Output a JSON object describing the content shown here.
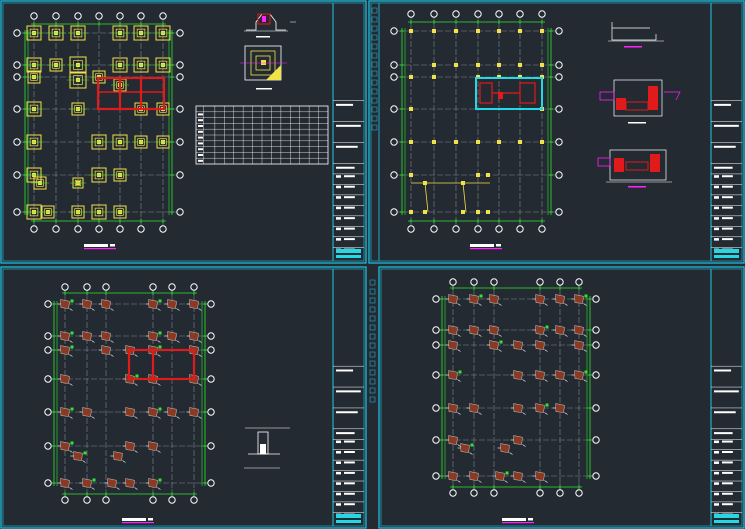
{
  "colors": {
    "background": "#242a32",
    "frame": "#1ec8e6",
    "grid": "#7f868f",
    "axis_green": "#2ee62e",
    "column_yellow": "#f2e24a",
    "beam_red": "#e11b1b",
    "column_brown": "#8a3a22",
    "highlight_cyan": "#24d8e6",
    "magenta": "#ff22ff",
    "white": "#ffffff"
  },
  "sheets": [
    {
      "id": "sheet-1",
      "icon": "foundation-plan-icon",
      "kind": "pad-footings"
    },
    {
      "id": "sheet-2",
      "icon": "column-layout-icon",
      "kind": "column-layout"
    },
    {
      "id": "sheet-3",
      "icon": "column-plan-icon",
      "kind": "brown-columns"
    },
    {
      "id": "sheet-4",
      "icon": "column-plan-icon",
      "kind": "brown-columns"
    }
  ]
}
